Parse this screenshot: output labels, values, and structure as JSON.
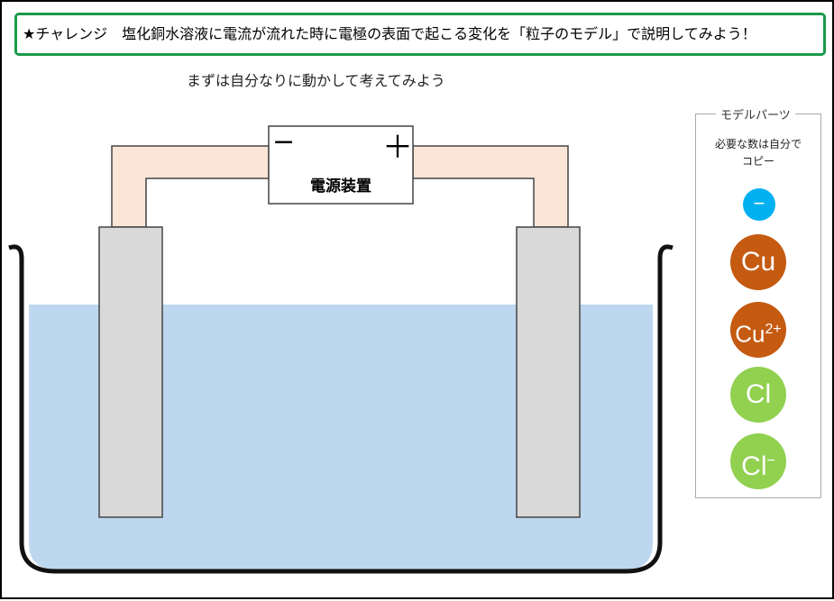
{
  "challenge": "★チャレンジ　塩化銅水溶液に電流が流れた時に電極の表面で起こる変化を「粒子のモデル」で説明してみよう！",
  "subtitle": "まずは自分なりに動かして考えてみよう",
  "power_supply": {
    "label": "電源装置",
    "negative": "−",
    "positive": "＋"
  },
  "parts": {
    "title": "モデルパーツ",
    "note_line1": "必要な数は自分で",
    "note_line2": "コピー",
    "items": [
      {
        "label": "−",
        "sup": "",
        "color": "#00b0f0"
      },
      {
        "label": "Cu",
        "sup": "",
        "color": "#c55a11"
      },
      {
        "label": "Cu",
        "sup": "2+",
        "color": "#c55a11"
      },
      {
        "label": "Cl",
        "sup": "",
        "color": "#92d050"
      },
      {
        "label": "Cl",
        "sup": "−",
        "color": "#92d050"
      }
    ]
  },
  "colors": {
    "frame": "#1a9a4a",
    "water": "#bdd7ee",
    "electrode": "#d9d9d9",
    "wire": "#fbe5d6"
  }
}
